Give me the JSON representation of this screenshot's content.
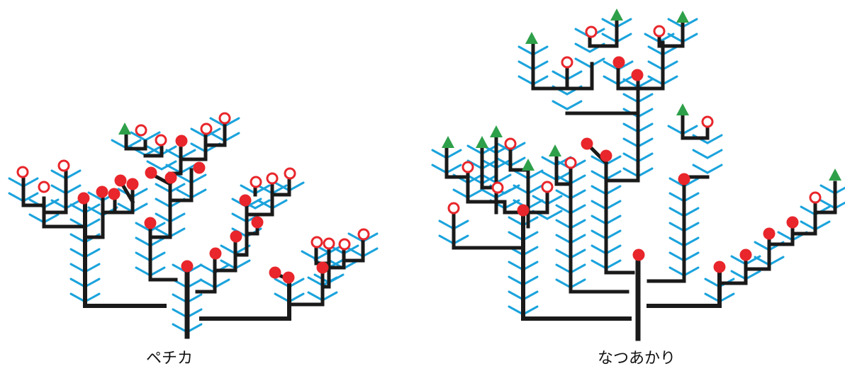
{
  "captions": {
    "left": "ペチカ",
    "right": "なつあかり"
  },
  "colors": {
    "stem": "#1a1a1a",
    "leaf": "#1ba3dc",
    "flower_open": "#e8262b",
    "flower_bud": "#e8262b",
    "shoot_tip": "#2ea04a",
    "background": "#ffffff"
  },
  "legend_semantics": {
    "filled_circle": "flower",
    "open_circle": "bud",
    "triangle": "shoot-tip"
  }
}
